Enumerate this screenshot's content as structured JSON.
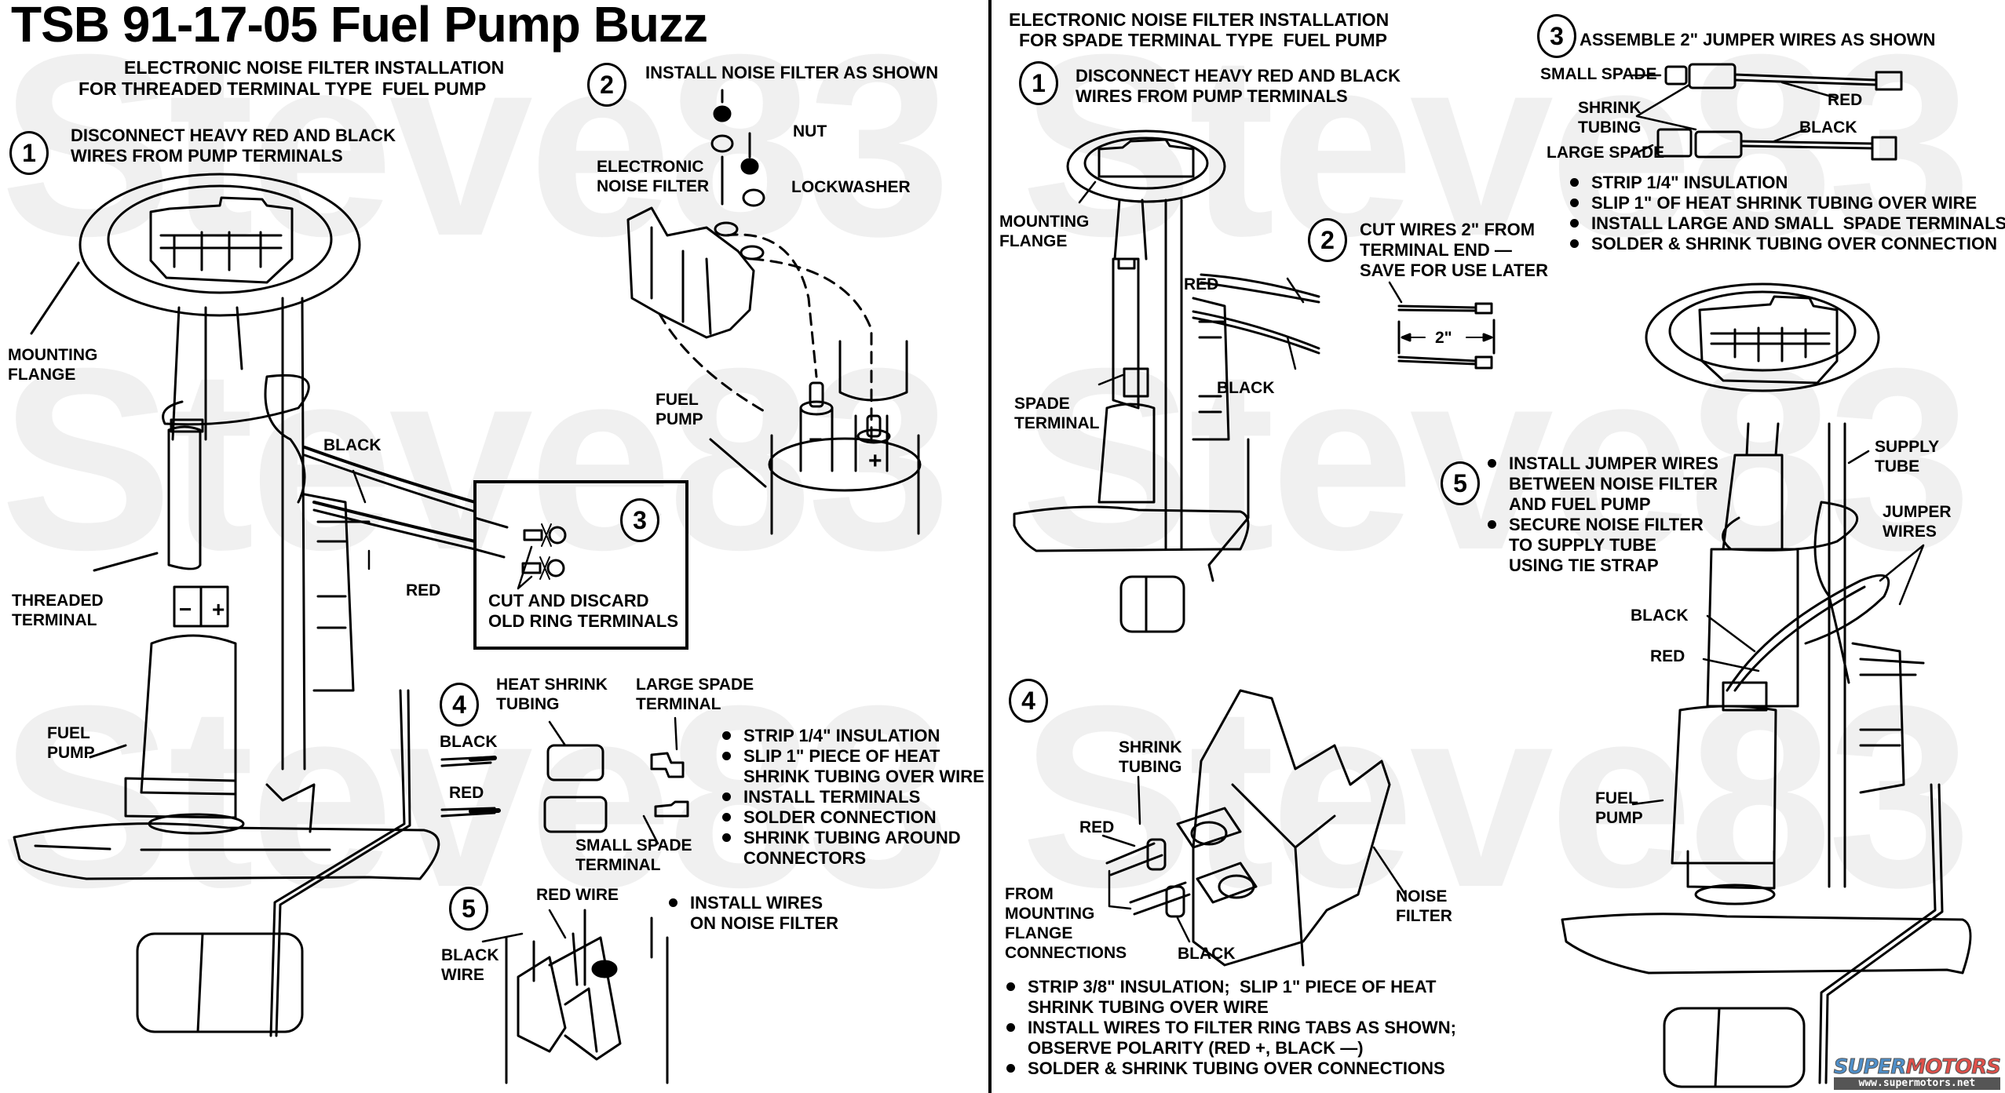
{
  "document": {
    "title": "TSB 91-17-05 Fuel Pump Buzz",
    "watermark": "Steve83"
  },
  "left_panel": {
    "heading_line1": "ELECTRONIC NOISE FILTER INSTALLATION",
    "heading_line2": "FOR THREADED TERMINAL TYPE  FUEL PUMP",
    "step1": {
      "number": "1",
      "text_line1": "DISCONNECT HEAVY RED AND BLACK",
      "text_line2": "WIRES FROM PUMP TERMINALS"
    },
    "main_labels": {
      "mounting_flange": "MOUNTING\nFLANGE",
      "black": "BLACK",
      "red": "RED",
      "threaded_terminal": "THREADED\nTERMINAL",
      "fuel_pump": "FUEL\nPUMP",
      "minus": "−",
      "plus": "+"
    },
    "step2": {
      "number": "2",
      "text": "INSTALL NOISE FILTER AS SHOWN",
      "nut": "NUT",
      "lockwasher": "LOCKWASHER",
      "electronic_noise_filter": "ELECTRONIC\nNOISE FILTER",
      "fuel_pump": "FUEL\nPUMP",
      "minus": "−",
      "plus": "+"
    },
    "step3": {
      "number": "3",
      "text_line1": "CUT AND DISCARD",
      "text_line2": "OLD RING TERMINALS"
    },
    "step4": {
      "number": "4",
      "heat_shrink_tubing": "HEAT SHRINK\nTUBING",
      "large_spade_terminal": "LARGE SPADE\nTERMINAL",
      "small_spade_terminal": "SMALL SPADE\nTERMINAL",
      "black": "BLACK",
      "red": "RED",
      "bullets": [
        [
          "STRIP 1/4\" INSULATION"
        ],
        [
          "SLIP 1\" PIECE OF HEAT",
          "SHRINK TUBING OVER WIRE"
        ],
        [
          "INSTALL TERMINALS"
        ],
        [
          "SOLDER CONNECTION"
        ],
        [
          "SHRINK TUBING AROUND",
          "CONNECTORS"
        ]
      ]
    },
    "step5": {
      "number": "5",
      "red_wire": "RED WIRE",
      "black_wire": "BLACK\nWIRE",
      "bullets": [
        [
          "INSTALL WIRES",
          "ON NOISE FILTER"
        ]
      ]
    }
  },
  "right_panel": {
    "heading_line1": "ELECTRONIC NOISE FILTER INSTALLATION",
    "heading_line2": "FOR SPADE TERMINAL TYPE  FUEL PUMP",
    "step1": {
      "number": "1",
      "text_line1": "DISCONNECT HEAVY RED AND BLACK",
      "text_line2": "WIRES FROM PUMP TERMINALS",
      "mounting_flange": "MOUNTING\nFLANGE",
      "red": "RED",
      "black": "BLACK",
      "spade_terminal": "SPADE\nTERMINAL"
    },
    "step2": {
      "number": "2",
      "text": "CUT WIRES 2\" FROM\nTERMINAL END —\nSAVE FOR USE LATER",
      "dimension": "2\""
    },
    "step3": {
      "number": "3",
      "text": "ASSEMBLE 2\" JUMPER WIRES AS SHOWN",
      "small_spade": "SMALL SPADE",
      "shrink_tubing": "SHRINK\nTUBING",
      "large_spade": "LARGE SPADE",
      "red": "RED",
      "black": "BLACK",
      "bullets": [
        [
          "STRIP 1/4\" INSULATION"
        ],
        [
          "SLIP 1\" OF HEAT SHRINK TUBING OVER WIRE"
        ],
        [
          "INSTALL LARGE AND SMALL  SPADE TERMINALS"
        ],
        [
          "SOLDER & SHRINK TUBING OVER CONNECTION"
        ]
      ]
    },
    "step4": {
      "number": "4",
      "shrink_tubing": "SHRINK\nTUBING",
      "red": "RED",
      "black": "BLACK",
      "from_mounting_flange": "FROM\nMOUNTING\nFLANGE\nCONNECTIONS",
      "noise_filter": "NOISE\nFILTER",
      "bullets": [
        [
          "STRIP 3/8\" INSULATION;  SLIP 1\" PIECE OF HEAT",
          "SHRINK TUBING OVER WIRE"
        ],
        [
          "INSTALL WIRES TO FILTER RING TABS AS SHOWN;",
          "OBSERVE POLARITY (RED +, BLACK —)"
        ],
        [
          "SOLDER & SHRINK TUBING OVER CONNECTIONS"
        ]
      ]
    },
    "step5": {
      "number": "5",
      "bullets": [
        [
          "INSTALL JUMPER WIRES",
          "BETWEEN NOISE FILTER",
          "AND FUEL PUMP"
        ],
        [
          "SECURE NOISE FILTER",
          "TO SUPPLY TUBE",
          "USING TIE STRAP"
        ]
      ],
      "supply_tube": "SUPPLY\nTUBE",
      "jumper_wires": "JUMPER\nWIRES",
      "black": "BLACK",
      "red": "RED",
      "fuel_pump": "FUEL\nPUMP"
    }
  },
  "logo": {
    "brand_part1": "SUPER",
    "brand_part2": "MOTORS",
    "url": "www.supermotors.net",
    "color_part1": "#4f8fc9",
    "color_part2": "#e0504a"
  }
}
